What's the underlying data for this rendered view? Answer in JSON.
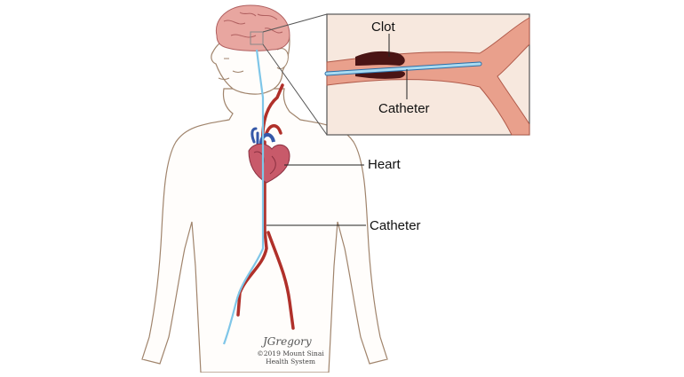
{
  "labels": {
    "clot": "Clot",
    "inset_catheter": "Catheter",
    "heart": "Heart",
    "body_catheter": "Catheter"
  },
  "credit": {
    "signature": "JGregory",
    "copyright": "©2019 Mount Sinai",
    "org": "Health System"
  },
  "colors": {
    "skin_outline": "#a0846c",
    "artery": "#b0302a",
    "vein": "#3558a8",
    "catheter": "#7fc6e8",
    "brain": "#e8a6a0",
    "heart": "#c85a6a",
    "clot": "#4a1414",
    "inset_vessel": "#e9a08c"
  }
}
